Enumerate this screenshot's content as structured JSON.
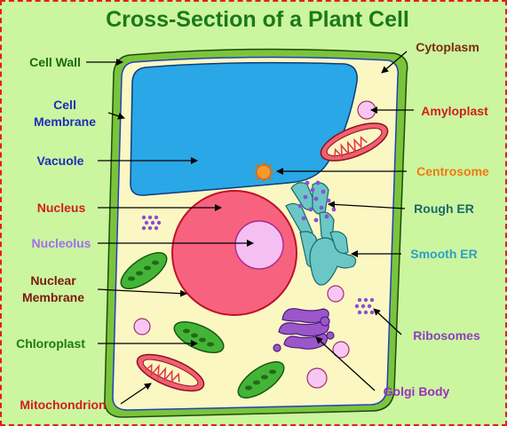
{
  "title": "Cross-Section of a Plant Cell",
  "colors": {
    "background": "#ccf59f",
    "border": "#e0201f",
    "title": "#1a7a1a",
    "cell_wall": "#7bc43a",
    "cytoplasm": "#fbf7c3",
    "vacuole": "#2aa7e6",
    "nucleus": "#f7637f",
    "nucleolus": "#f6bff2",
    "chloroplast": "#44b437",
    "mitochondrion": "#f06070",
    "golgi": "#9b57c9",
    "er": "#6bc7c5",
    "centrosome": "#f59a2a"
  },
  "labels": {
    "cell_wall": "Cell Wall",
    "cell_membrane_1": "Cell",
    "cell_membrane_2": "Membrane",
    "vacuole": "Vacuole",
    "nucleus": "Nucleus",
    "nucleolus": "Nucleolus",
    "nuclear_membrane_1": "Nuclear",
    "nuclear_membrane_2": "Membrane",
    "chloroplast": "Chloroplast",
    "mitochondrion": "Mitochondrion",
    "cytoplasm": "Cytoplasm",
    "amyloplast": "Amyloplast",
    "centrosome": "Centrosome",
    "rough_er": "Rough ER",
    "smooth_er": "Smooth ER",
    "ribosomes": "Ribosomes",
    "golgi_body": "Golgi Body"
  }
}
